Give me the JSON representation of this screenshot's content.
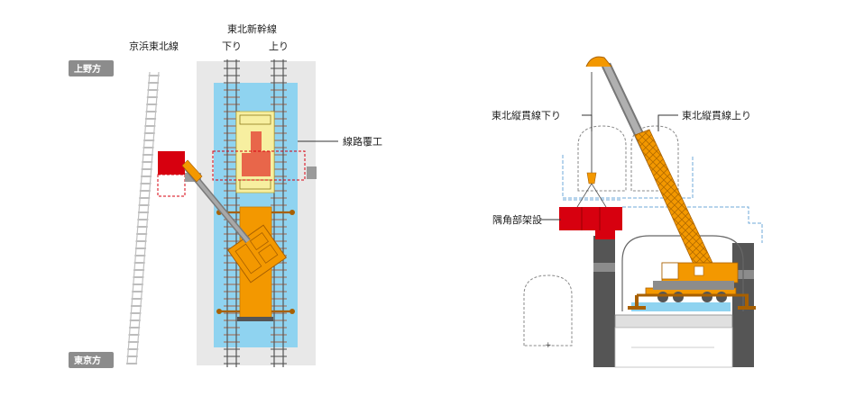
{
  "plan": {
    "line_keihin": "京浜東北線",
    "line_tohoku_shinkansen": "東北新幹線",
    "track_down": "下り",
    "track_up": "上り",
    "direction_ueno": "上野方",
    "direction_tokyo": "東京方",
    "callout_track_deck": "線路覆工"
  },
  "section": {
    "callout_down_line": "東北縦貫線下り",
    "callout_up_line": "東北縦貫線上り",
    "callout_corner": "隅角部架設"
  },
  "colors": {
    "orange": "#f39800",
    "red": "#d7000f",
    "water_blue": "#8fd3f0",
    "ground_gray": "#e8e8e8",
    "tag_gray": "#8c8c8c",
    "cream": "#f7efa0",
    "dashed_blue": "#6fa8d8"
  }
}
